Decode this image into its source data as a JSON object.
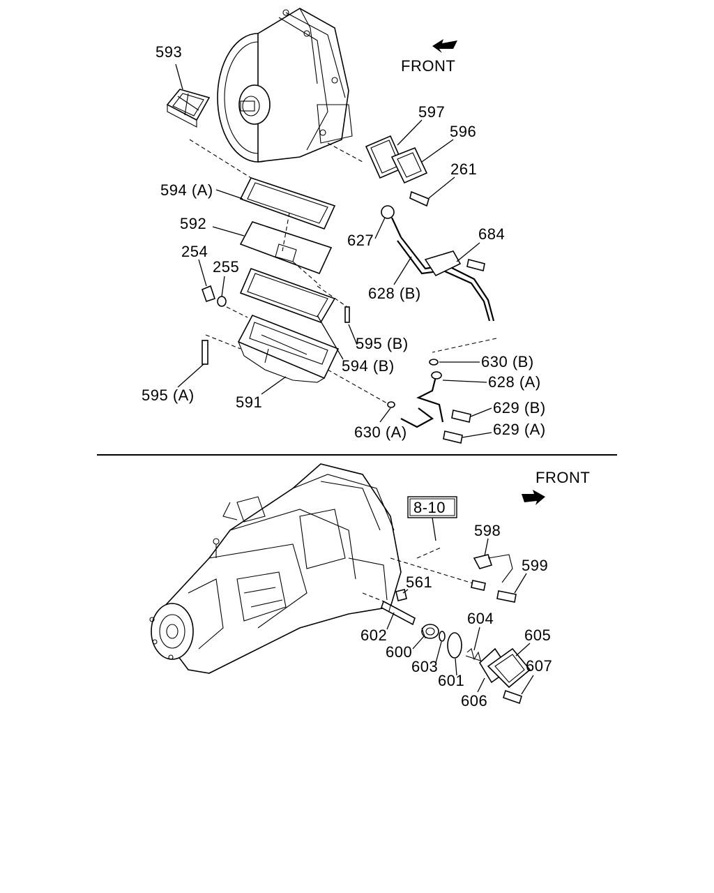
{
  "labels": {
    "p593": "593",
    "p597": "597",
    "p596": "596",
    "p261": "261",
    "p594a": "594 (A)",
    "p592": "592",
    "p254": "254",
    "p255": "255",
    "p627": "627",
    "p684": "684",
    "p628b": "628 (B)",
    "p595b": "595 (B)",
    "p594b": "594 (B)",
    "p630b": "630 (B)",
    "p628a": "628 (A)",
    "p595a": "595 (A)",
    "p591": "591",
    "p629b": "629 (B)",
    "p629a": "629 (A)",
    "p630a": "630 (A)",
    "p598": "598",
    "p599": "599",
    "p561": "561",
    "p602": "602",
    "p600": "600",
    "p604": "604",
    "p605": "605",
    "p603": "603",
    "p601": "601",
    "p607": "607",
    "p606": "606"
  },
  "front_top": "FRONT",
  "front_bottom": "FRONT",
  "ref_box": "8-10",
  "icons": {
    "front_arrow_top": "arrow-left-icon",
    "front_arrow_bottom": "arrow-right-icon"
  }
}
